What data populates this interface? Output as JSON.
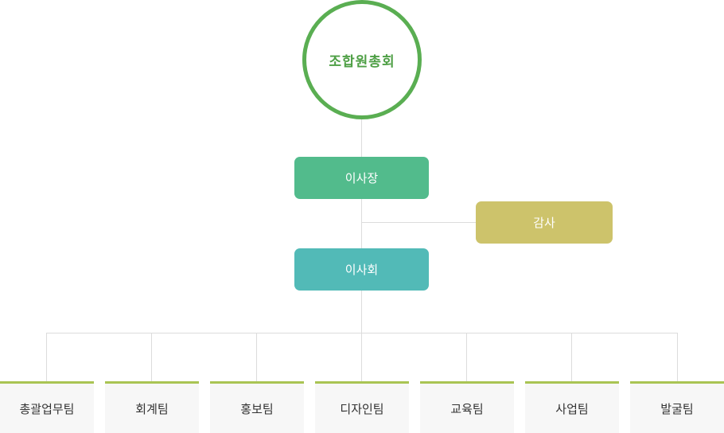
{
  "org": {
    "assembly": "조합원총회",
    "chairman": "이사장",
    "auditor": "감사",
    "board": "이사회",
    "teams": [
      "총괄업무팀",
      "회계팀",
      "홍보팀",
      "디자인팀",
      "교육팀",
      "사업팀",
      "발굴팀"
    ]
  },
  "colors": {
    "assembly_border": "#5aae52",
    "assembly_text": "#4e9f45",
    "chairman": "#52bb8c",
    "auditor": "#cdc36b",
    "board": "#52bab7",
    "team_accent": "#a9c453",
    "team_bg": "#f7f7f7",
    "connector": "#dcdcdc"
  }
}
